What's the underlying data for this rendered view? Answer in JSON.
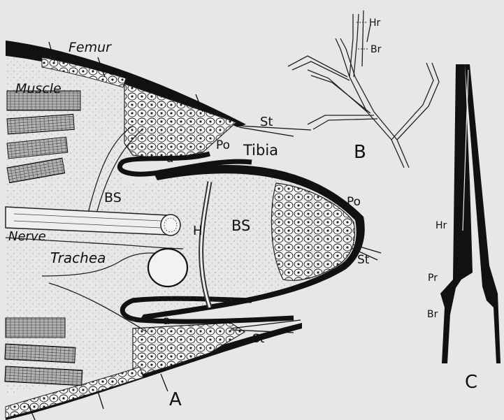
{
  "panel_a": {
    "letter": "A",
    "labels": {
      "femur": "Femur",
      "muscle": "Muscle",
      "tibia": "Tibia",
      "nerve": "Nerve",
      "trachea": "Trachea",
      "bs_left": "BS",
      "bs_right": "BS",
      "h": "H",
      "po_upper": "Po",
      "po_right": "Po",
      "a_upper": "a",
      "a_lower": "a",
      "st_upper": "St",
      "st_right": "St",
      "st_lower": "St"
    }
  },
  "panel_b": {
    "letter": "B",
    "labels": {
      "hr": "Hr",
      "br": "Br"
    }
  },
  "panel_c": {
    "letter": "C",
    "labels": {
      "hr": "Hr",
      "pr": "Pr",
      "br": "Br"
    }
  }
}
